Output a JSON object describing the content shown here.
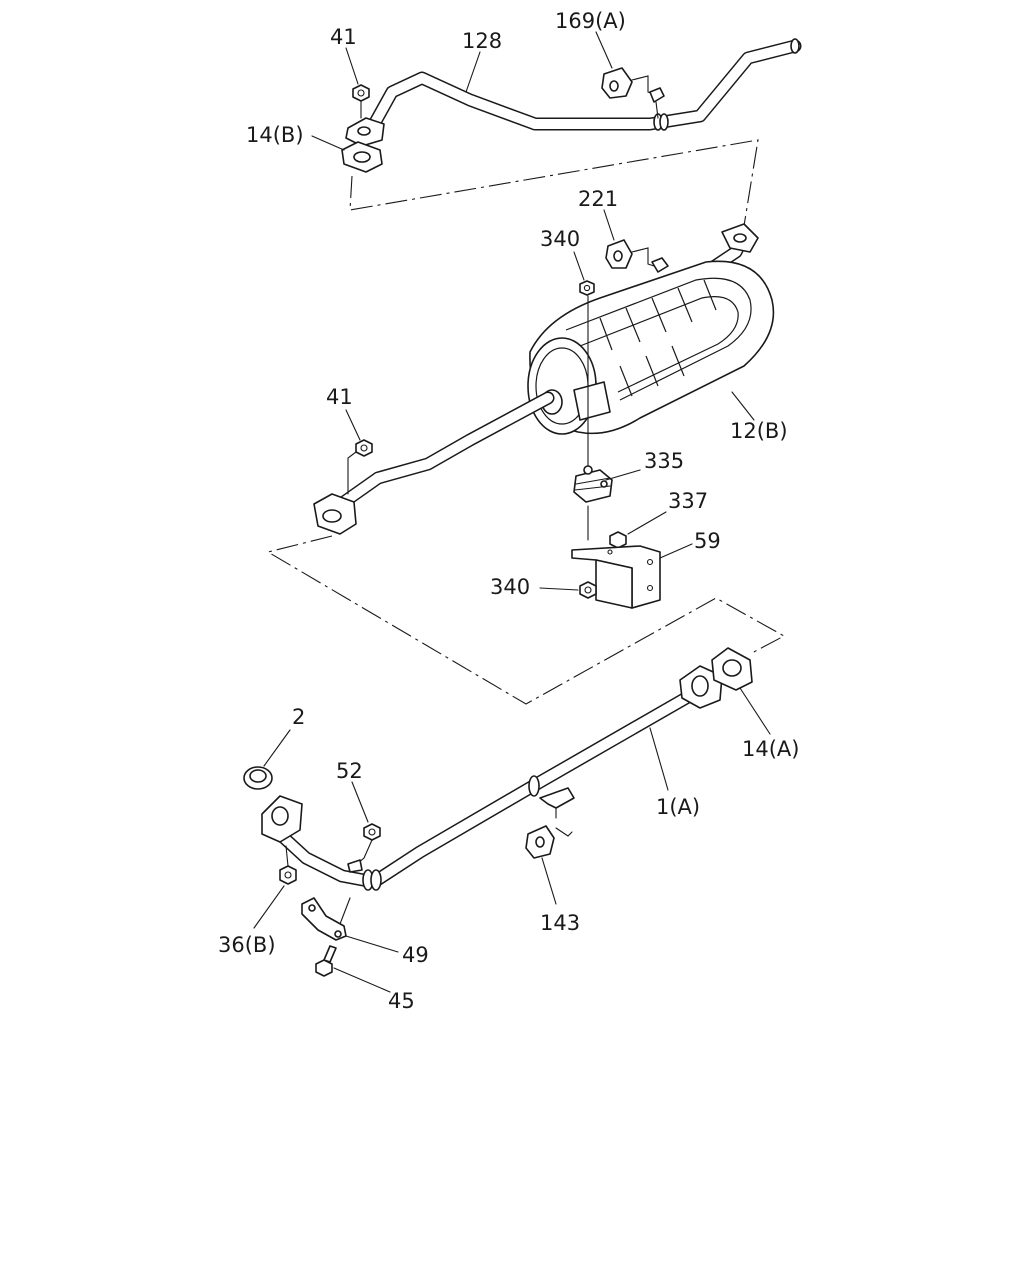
{
  "diagram": {
    "callouts": [
      {
        "id": "c41a",
        "text": "41"
      },
      {
        "id": "c128",
        "text": "128"
      },
      {
        "id": "c169a",
        "text": "169(A)"
      },
      {
        "id": "c14b",
        "text": "14(B)"
      },
      {
        "id": "c221",
        "text": "221"
      },
      {
        "id": "c340a",
        "text": "340"
      },
      {
        "id": "c41b",
        "text": "41"
      },
      {
        "id": "c12b",
        "text": "12(B)"
      },
      {
        "id": "c335",
        "text": "335"
      },
      {
        "id": "c337",
        "text": "337"
      },
      {
        "id": "c59",
        "text": "59"
      },
      {
        "id": "c340b",
        "text": "340"
      },
      {
        "id": "c2",
        "text": "2"
      },
      {
        "id": "c52",
        "text": "52"
      },
      {
        "id": "c14a",
        "text": "14(A)"
      },
      {
        "id": "c1a",
        "text": "1(A)"
      },
      {
        "id": "c143",
        "text": "143"
      },
      {
        "id": "c36b",
        "text": "36(B)"
      },
      {
        "id": "c49",
        "text": "49"
      },
      {
        "id": "c45",
        "text": "45"
      }
    ]
  }
}
